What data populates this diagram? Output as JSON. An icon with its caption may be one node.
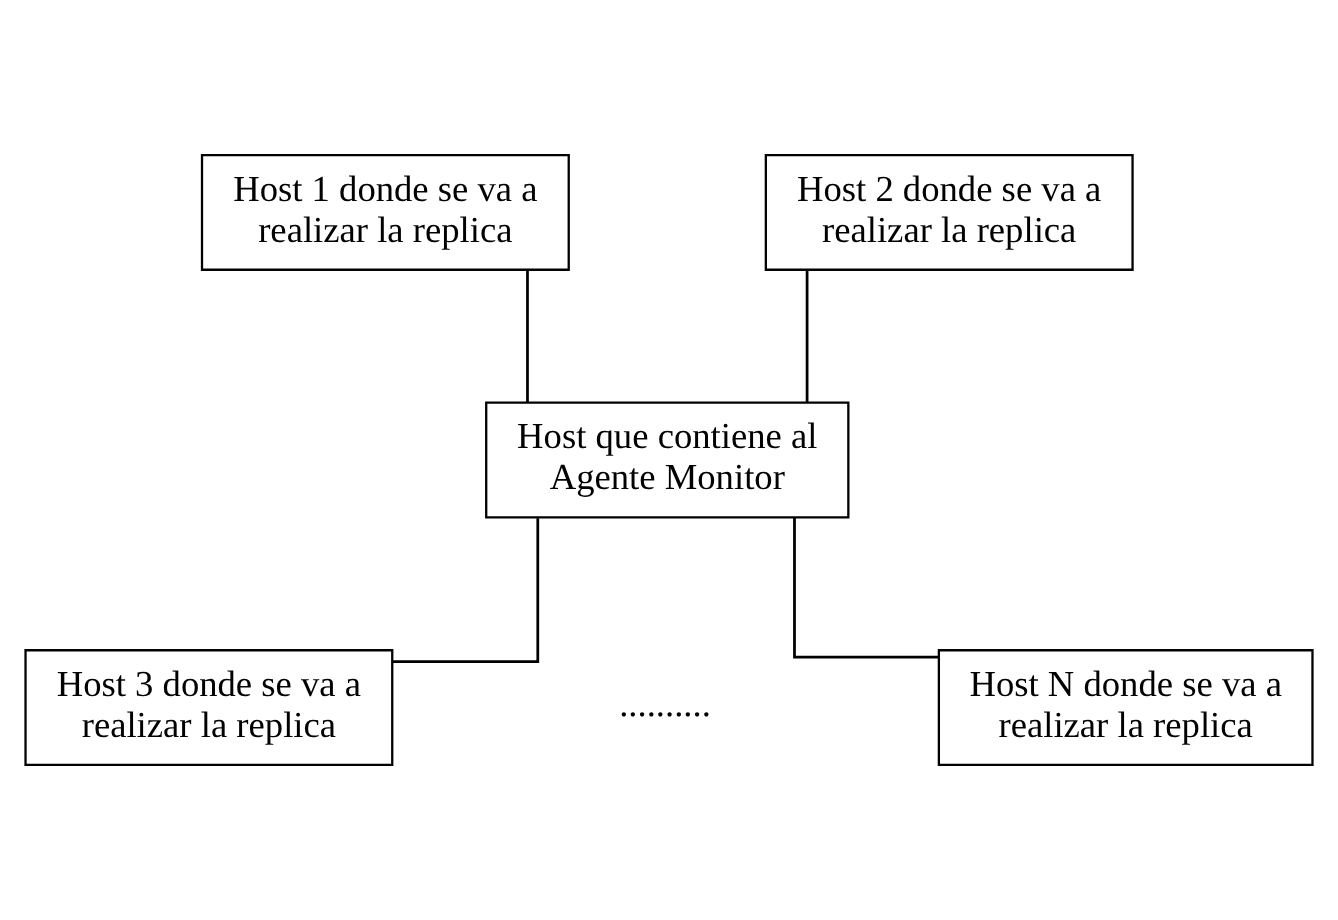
{
  "diagram": {
    "nodes": [
      {
        "text": [
          "Host 1 donde se va a realizar la replica"
        ]
      },
      {
        "text": [
          "Host 2 donde se va a realizar la replica"
        ]
      },
      {
        "text": [
          "Host que contiene al Agente Monitor"
        ]
      },
      {
        "text": [
          "Host 3 donde se va a realizar la replica"
        ]
      },
      {
        "text": [
          "Host N donde se va a realizar la replica"
        ]
      }
    ],
    "edges": [
      {
        "from": 0,
        "to": 2,
        "arrow": "none"
      },
      {
        "from": 1,
        "to": 2,
        "arrow": "none"
      },
      {
        "from": 2,
        "to": 3,
        "arrow": "none"
      },
      {
        "from": 2,
        "to": 4,
        "arrow": "none"
      }
    ],
    "labels": [
      ".........."
    ]
  }
}
